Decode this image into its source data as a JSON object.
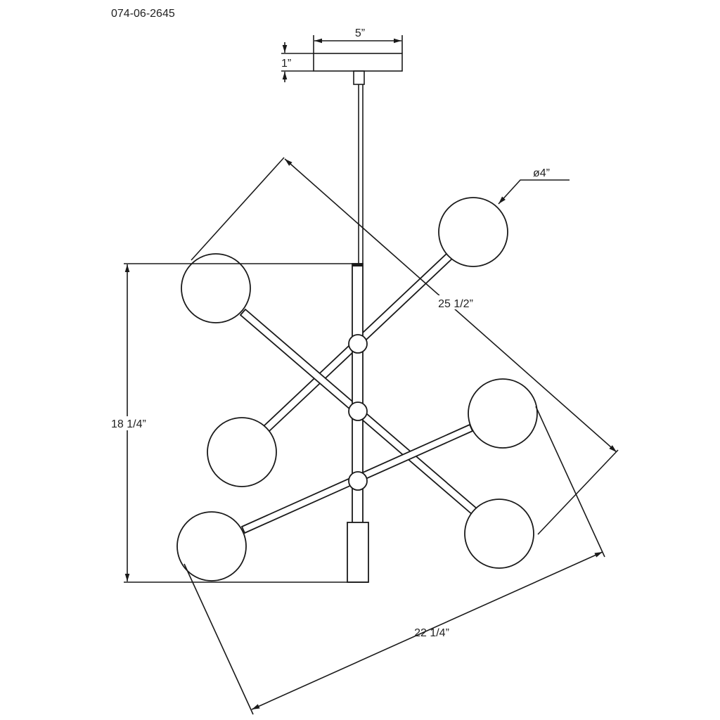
{
  "part_number": "074-06-2645",
  "dimensions": {
    "canopy_width": "5”",
    "canopy_height": "1”",
    "globe_diameter": "ø4”",
    "diagonal_span": "25 1/2”",
    "overall_height": "18 1/4”",
    "overall_width": "22 1/4”"
  },
  "colors": {
    "line": "#1a1a1a",
    "background": "#ffffff"
  }
}
